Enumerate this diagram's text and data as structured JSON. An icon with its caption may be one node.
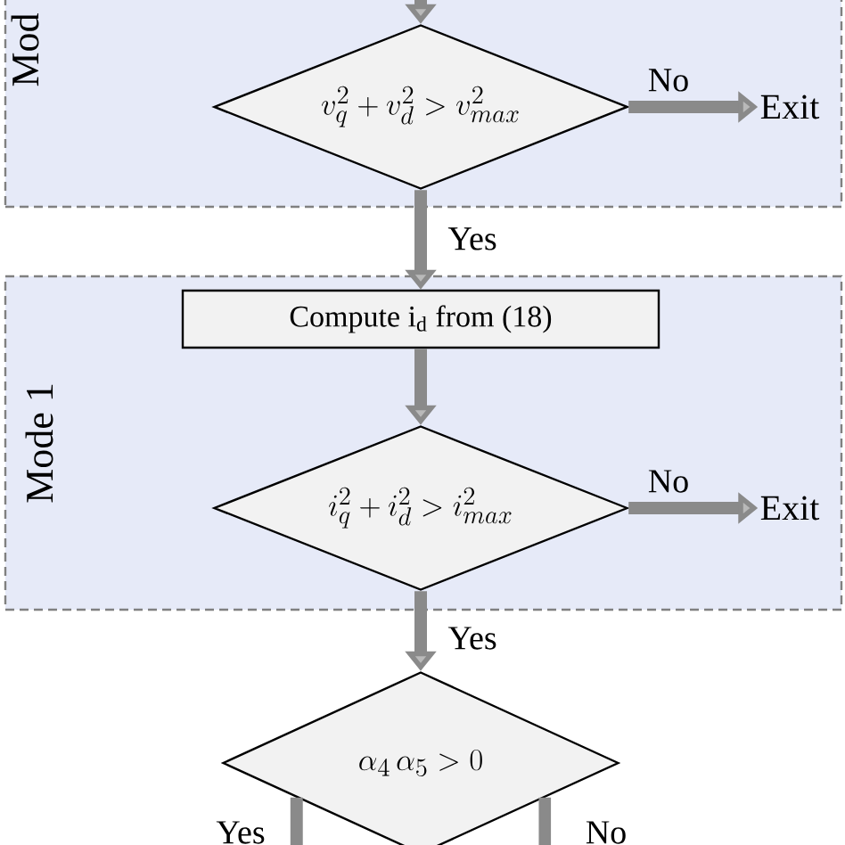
{
  "diagram": {
    "nodes": [
      {
        "text": [
          "Mod"
        ]
      },
      {
        "text": [
          "v_q^2 + v_d^2 > v_{max}^2"
        ],
        "in": 0
      },
      {
        "text": [
          "Exit"
        ],
        "in": 0
      },
      {
        "text": [
          "Mode 1"
        ]
      },
      {
        "text": [
          "Compute i$_{d}$ from (18)"
        ],
        "in": 3
      },
      {
        "text": [
          "i_q^2 + i_d^2 > i_{max}^2"
        ],
        "in": 3
      },
      {
        "text": [
          "Exit"
        ],
        "in": 3
      },
      {
        "text": [
          "\\alpha_4\\,\\alpha_5 > 0"
        ]
      }
    ],
    "edges": [
      {
        "from": null,
        "to": 1,
        "arrow": "to"
      },
      {
        "from": 1,
        "to": 2,
        "arrow": "to",
        "label": "No"
      },
      {
        "from": 1,
        "to": 4,
        "arrow": "to",
        "label": "Yes"
      },
      {
        "from": 4,
        "to": 5,
        "arrow": "to"
      },
      {
        "from": 5,
        "to": 6,
        "arrow": "to",
        "label": "No"
      },
      {
        "from": 5,
        "to": 7,
        "arrow": "to",
        "label": "Yes"
      },
      {
        "from": 7,
        "to": null,
        "arrow": "none",
        "label": "Yes"
      },
      {
        "from": 7,
        "to": null,
        "arrow": "none",
        "label": "No"
      }
    ]
  }
}
